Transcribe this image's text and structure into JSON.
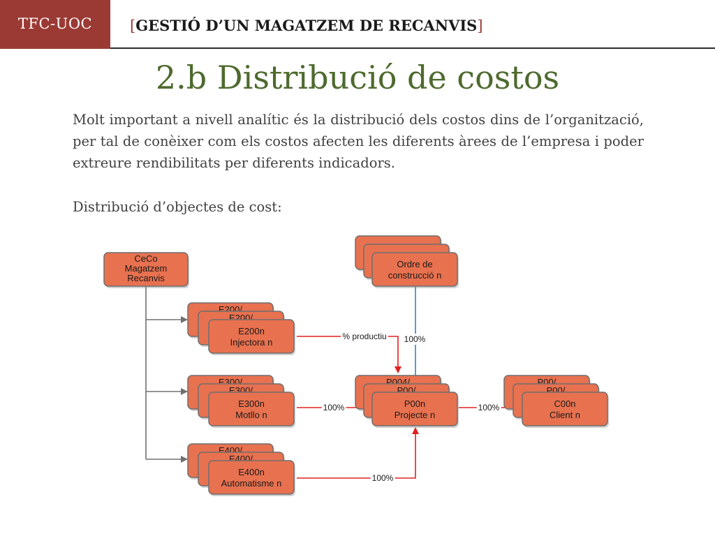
{
  "header": {
    "tag": "TFC-UOC",
    "bracket_open": "[",
    "title": "GESTIÓ D’UN MAGATZEM DE RECANVIS",
    "bracket_close": "]"
  },
  "slide": {
    "title": "2.b  Distribució de costos",
    "paragraph": "Molt important a nivell analític és la distribució dels costos dins de l’organització, per tal de conèixer com els costos afecten les diferents àrees de l’empresa i  poder extreure rendibilitats per diferents indicadors.",
    "subheading": "Distribució d’objectes de cost:"
  },
  "colors": {
    "box_fill": "#e8714f",
    "box_stroke": "#6f6f6f",
    "red_arrow": "#e02020",
    "blue_arrow": "#3a7fc1",
    "gray_arrow": "#707070",
    "tag_bg": "#9b3a34",
    "title_green": "#4e6a2e"
  },
  "diagram": {
    "ceco": {
      "lines": [
        "CeCo",
        "Magatzem",
        "Recanvis"
      ]
    },
    "ordre": {
      "lines": [
        "Ordre de",
        "construcció n"
      ]
    },
    "e200": {
      "lines": [
        "E200n",
        "Injectora n"
      ],
      "stack_labels": [
        "E200/",
        "E200/"
      ]
    },
    "e300": {
      "lines": [
        "E300n",
        "Motllo n"
      ],
      "stack_labels": [
        "E300/",
        "E300/"
      ]
    },
    "e400": {
      "lines": [
        "E400n",
        "Automatisme n"
      ],
      "stack_labels": [
        "E400/",
        "E400/"
      ]
    },
    "p00": {
      "lines": [
        "P00n",
        "Projecte n"
      ],
      "stack_labels": [
        "P004/",
        "P00/"
      ]
    },
    "c00": {
      "lines": [
        "C00n",
        "Client n"
      ],
      "stack_labels": [
        "P00/",
        "P00/"
      ]
    },
    "edges": {
      "productiu": "% productiu",
      "ordre_to_p": "100%",
      "e300_to_p": "100%",
      "p_to_c": "100%",
      "e400_to_p": "100%"
    }
  }
}
